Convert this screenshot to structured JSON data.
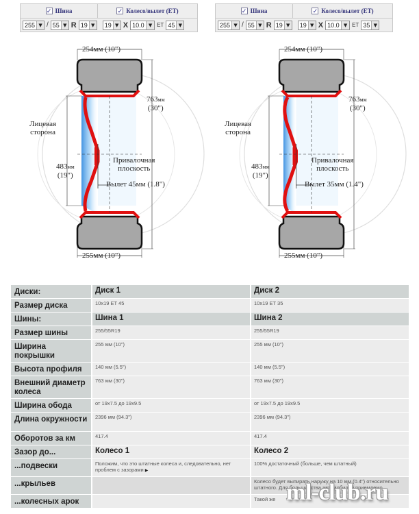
{
  "calculators": [
    {
      "header": {
        "tire_label": "Шина",
        "wheel_label": "Колесо/вылет (ЕТ)"
      },
      "tire": {
        "width": "255",
        "separator": "/",
        "profile": "55",
        "r_label": "R",
        "diameter": "19"
      },
      "wheel": {
        "diameter": "19",
        "x_label": "X",
        "width": "10.0",
        "et_label": "ET",
        "et": "45"
      }
    },
    {
      "header": {
        "tire_label": "Шина",
        "wheel_label": "Колесо/вылет (ЕТ)"
      },
      "tire": {
        "width": "255",
        "separator": "/",
        "profile": "55",
        "r_label": "R",
        "diameter": "19"
      },
      "wheel": {
        "diameter": "19",
        "x_label": "X",
        "width": "10.0",
        "et_label": "ET",
        "et": "35"
      }
    }
  ],
  "diagrams": [
    {
      "top_width": "254мм (10\")",
      "outer_mm": "763",
      "outer_unit": "мм",
      "outer_in": "(30\")",
      "face_1": "Лицевая",
      "face_2": "сторона",
      "rim_mm": "483",
      "rim_unit": "мм",
      "rim_in": "(19\")",
      "mount_1": "Привалочная",
      "mount_2": "плоскость",
      "offset": "Вылет 45мм (1.8\")",
      "bottom_width": "255мм (10\")",
      "et_value": 45
    },
    {
      "top_width": "254мм (10\")",
      "outer_mm": "763",
      "outer_unit": "мм",
      "outer_in": "(30\")",
      "face_1": "Лицевая",
      "face_2": "сторона",
      "rim_mm": "483",
      "rim_unit": "мм",
      "rim_in": "(19\")",
      "mount_1": "Привалочная",
      "mount_2": "плоскость",
      "offset": "Вылет 35мм (1.4\")",
      "bottom_width": "255мм (10\")",
      "et_value": 35
    }
  ],
  "table": {
    "rows": [
      {
        "label": "Диски:",
        "v1": "Диск 1",
        "v2": "Диск 2",
        "kind": "sec"
      },
      {
        "label": "Размер диска",
        "v1": "10x19 ET 45",
        "v2": "10x19 ET 35",
        "kind": "val"
      },
      {
        "label": "Шины:",
        "v1": "Шина 1",
        "v2": "Шина 2",
        "kind": "sec"
      },
      {
        "label": "Размер шины",
        "v1": "255/55R19",
        "v2": "255/55R19",
        "kind": "val"
      },
      {
        "label": "Ширина покрышки",
        "v1": "255 мм (10\")",
        "v2": "255 мм (10\")",
        "kind": "val"
      },
      {
        "label": "Высота профиля",
        "v1": "140 мм (5.5\")",
        "v2": "140 мм (5.5\")",
        "kind": "val"
      },
      {
        "label": "Внешний диаметр колеса",
        "v1": "763 мм (30\")",
        "v2": "763 мм (30\")",
        "kind": "val"
      },
      {
        "label": "Ширина обода",
        "v1": "от 19x7.5 до 19x9.5",
        "v2": "от 19x7.5 до 19x9.5",
        "kind": "val"
      },
      {
        "label": "Длина окружности",
        "v1": "2396 мм (94.3\")",
        "v2": "2396 мм (94.3\")",
        "kind": "val"
      },
      {
        "label": "Оборотов за км",
        "v1": "417.4",
        "v2": "417.4",
        "kind": "val"
      },
      {
        "label": "Зазор до...",
        "v1": "Колесо 1",
        "v2": "Колесо 2",
        "kind": "hd"
      },
      {
        "label": "...подвески",
        "v1": "Положим, что это штатные колеса и, следовательно, нет проблем с зазорами",
        "v2": "100% достаточный (больше, чем штатный)",
        "kind": "val"
      },
      {
        "label": "...крыльев",
        "v1": "",
        "v2": "Колесо будет выпирать наружу на 10 мм (0.4\") относительно штатного. Для большинства автомобилей приемлемо.",
        "kind": "mid"
      },
      {
        "label": "...колесных арок",
        "v1": "",
        "v2": "Такой же",
        "kind": "val"
      }
    ]
  },
  "watermark": "ml-club.ru",
  "colors": {
    "tire": "#a7a7a7",
    "rim": "#e01010",
    "face": "#3a8fe0",
    "label_bg": "#cfd4d3",
    "value_bg": "#ececec"
  }
}
